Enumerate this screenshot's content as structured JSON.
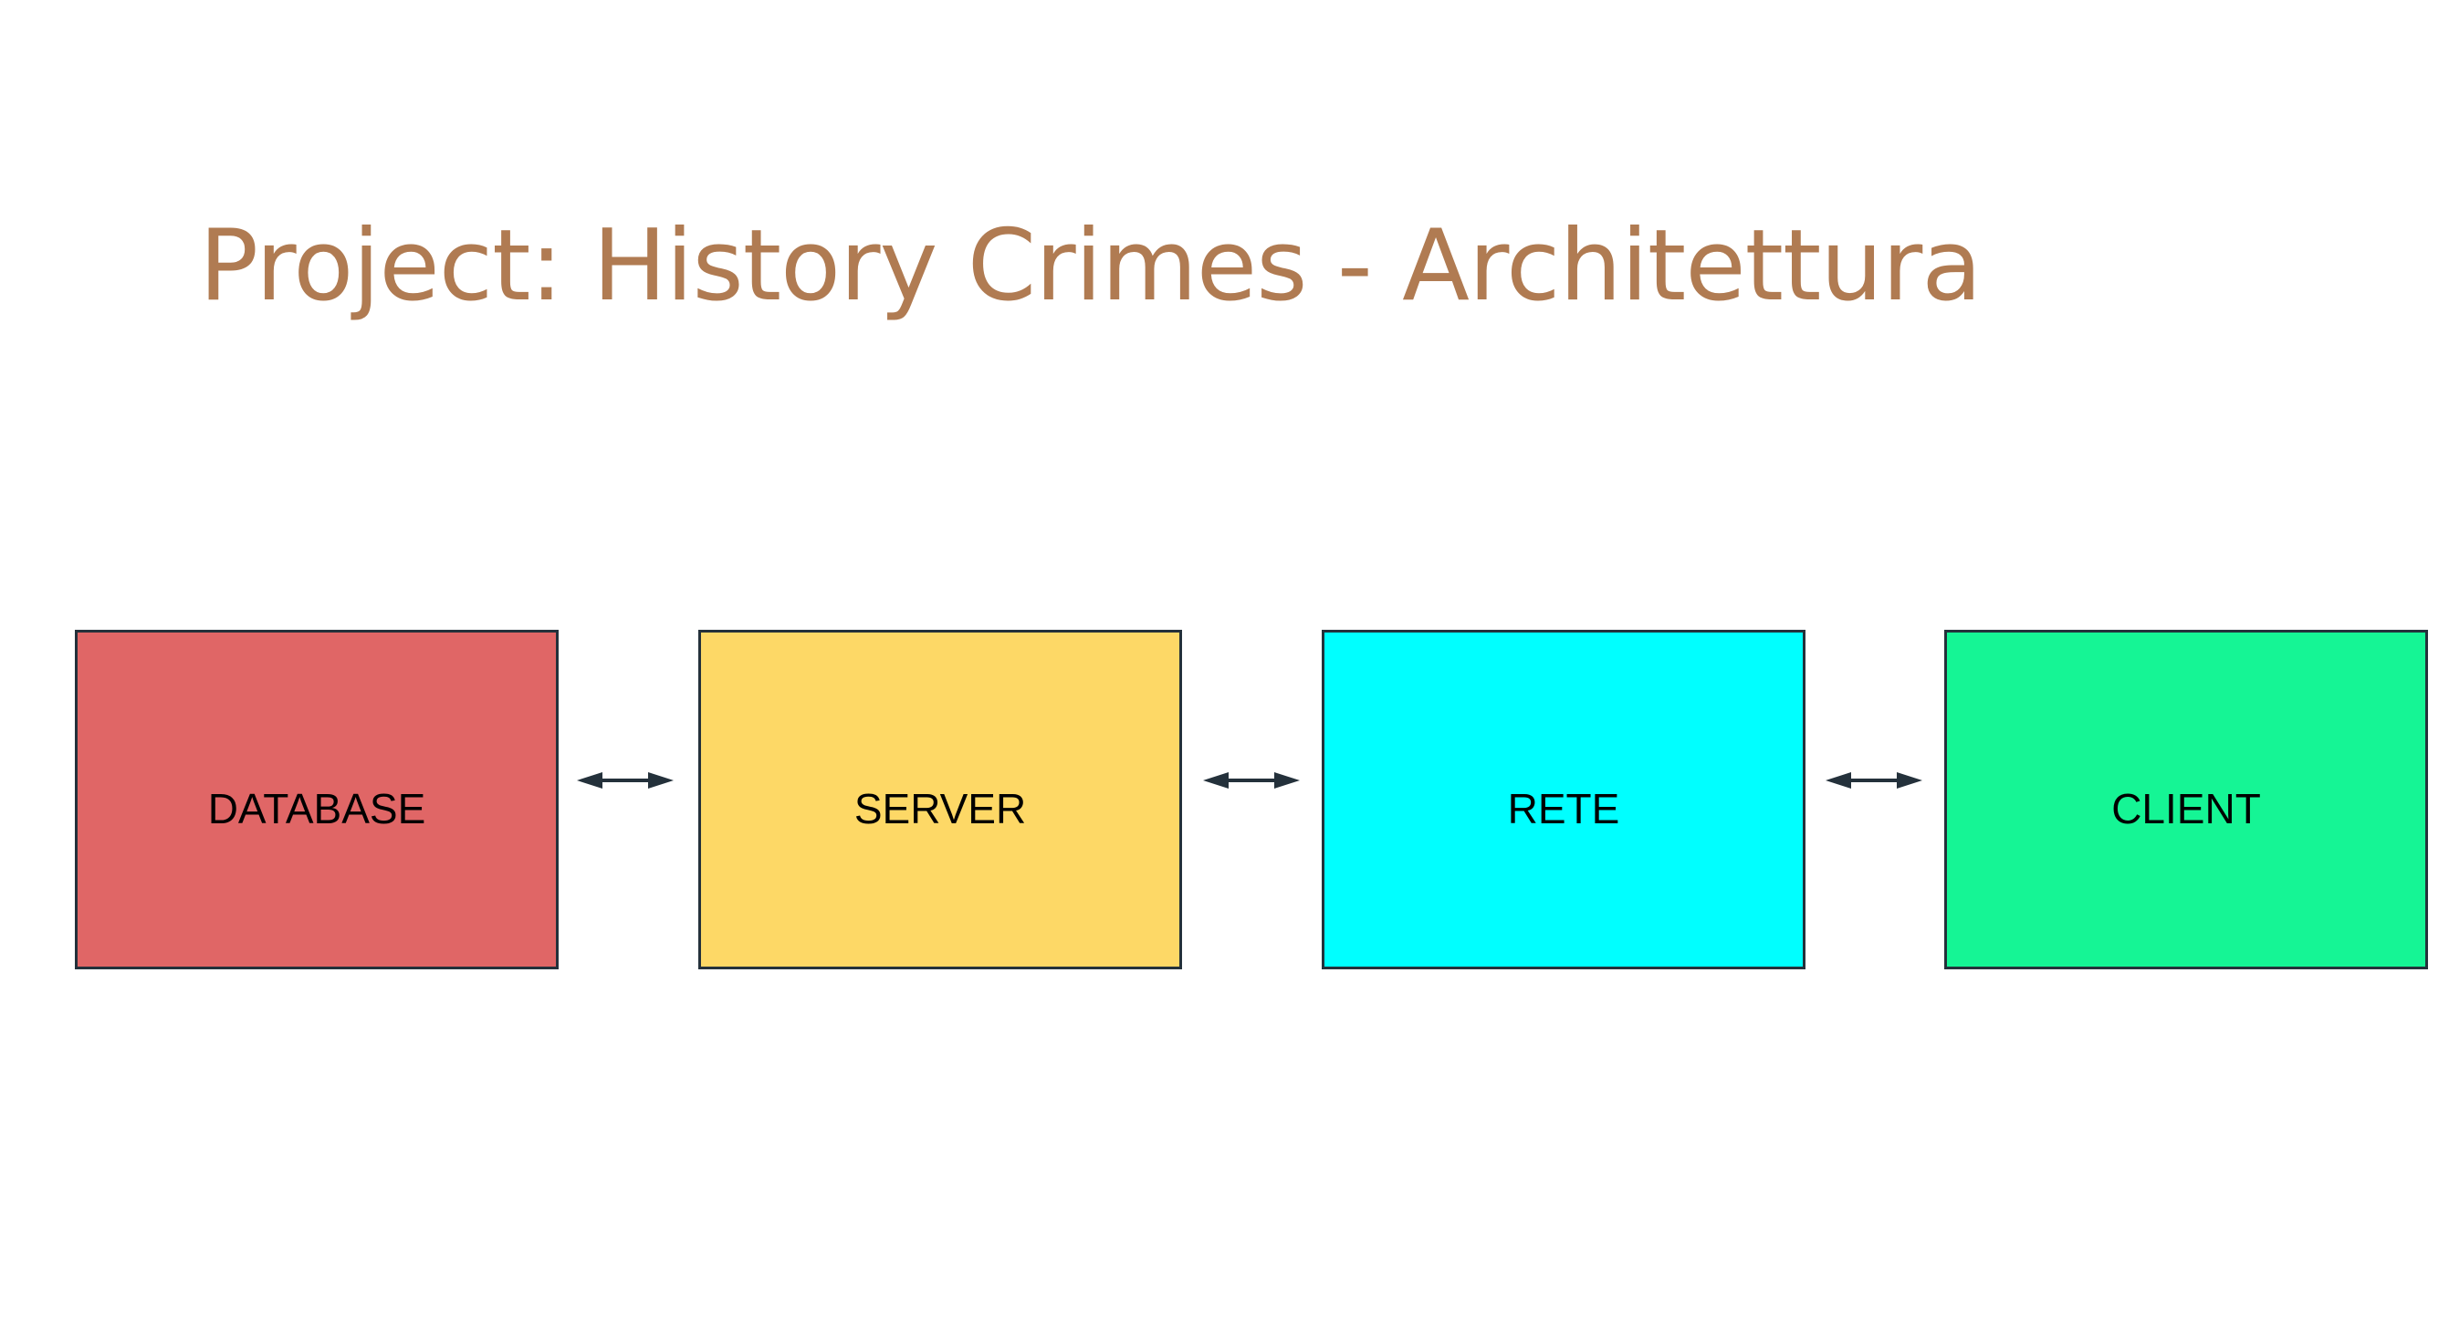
{
  "title": "Project: History Crimes - Architettura",
  "colors": {
    "title": "#B07B52",
    "border": "#24313b",
    "arrow": "#24313b"
  },
  "boxes": [
    {
      "label": "DATABASE",
      "color": "#E06666"
    },
    {
      "label": "SERVER",
      "color": "#FDD866"
    },
    {
      "label": "RETE",
      "color": "#00FFFF"
    },
    {
      "label": "CLIENT",
      "color": "#15F595"
    }
  ],
  "connectors": [
    {
      "from": "DATABASE",
      "to": "SERVER",
      "direction": "bidirectional"
    },
    {
      "from": "SERVER",
      "to": "RETE",
      "direction": "bidirectional"
    },
    {
      "from": "RETE",
      "to": "CLIENT",
      "direction": "bidirectional"
    }
  ]
}
